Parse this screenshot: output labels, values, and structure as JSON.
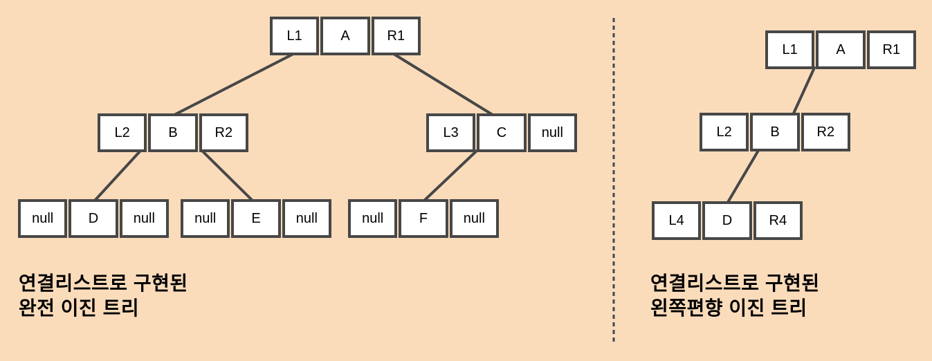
{
  "diagram": {
    "type": "binary-tree-linked-list-diagram",
    "colors": {
      "background": "#fadcbb",
      "line": "#474747",
      "cell-fill": "#ffffff",
      "text": "#000000"
    }
  },
  "trees": [
    {
      "caption": [
        "연결리스트로 구현된",
        "완전 이진 트리"
      ],
      "nodes": [
        {
          "cells": [
            "L1",
            "A",
            "R1"
          ]
        },
        {
          "cells": [
            "L2",
            "B",
            "R2"
          ]
        },
        {
          "cells": [
            "L3",
            "C",
            "null"
          ]
        },
        {
          "cells": [
            "null",
            "D",
            "null"
          ]
        },
        {
          "cells": [
            "null",
            "E",
            "null"
          ]
        },
        {
          "cells": [
            "null",
            "F",
            "null"
          ]
        }
      ],
      "edges": [
        "A.L1 -> B",
        "A.R1 -> C",
        "B.L2 -> D",
        "B.R2 -> E",
        "C.L3 -> F"
      ]
    },
    {
      "caption": [
        "연결리스트로 구현된",
        "왼쪽편향 이진 트리"
      ],
      "nodes": [
        {
          "cells": [
            "L1",
            "A",
            "R1"
          ]
        },
        {
          "cells": [
            "L2",
            "B",
            "R2"
          ]
        },
        {
          "cells": [
            "L4",
            "D",
            "R4"
          ]
        }
      ],
      "edges": [
        "A.L1 -> B",
        "B.L2 -> D"
      ]
    }
  ]
}
